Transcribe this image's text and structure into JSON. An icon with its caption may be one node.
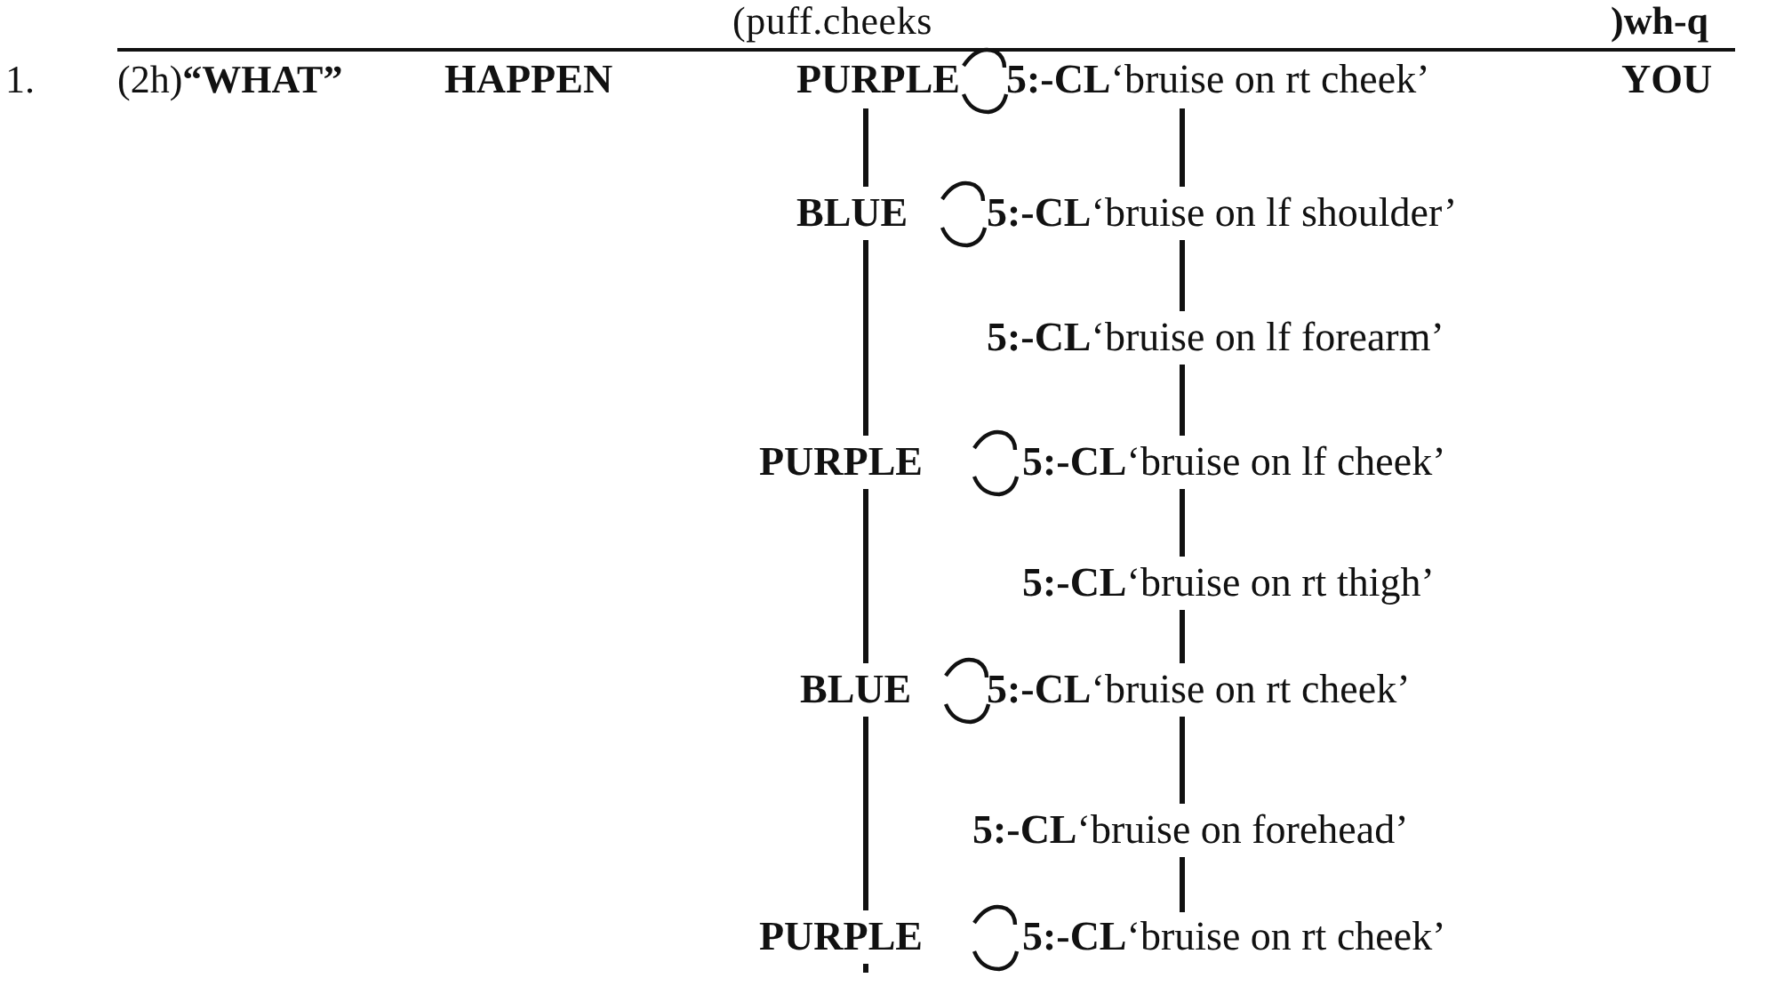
{
  "diagram": {
    "labels": [
      "(puff.cheeks",
      ")wh-q",
      "1.",
      "(2h)**“WHAT”**",
      "HAPPEN",
      "PURPLE",
      "**5:-CL**‘bruise on rt cheek’",
      "YOU",
      "BLUE",
      "**5:-CL**‘bruise on lf shoulder’",
      "**5:-CL**‘bruise on lf forearm’",
      "PURPLE",
      "**5:-CL**‘bruise on lf cheek’",
      "**5:-CL**‘bruise on rt thigh’",
      "BLUE",
      "**5:-CL**‘bruise on rt cheek’",
      "**5:-CL**‘bruise on forehead’",
      "PURPLE",
      "**5:-CL**‘bruise on rt cheek’"
    ]
  }
}
